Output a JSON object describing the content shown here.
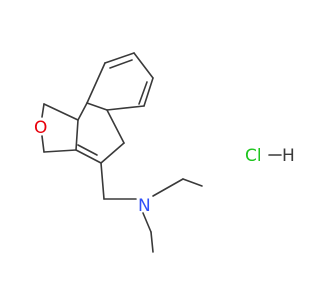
{
  "molecule": {
    "atoms": {
      "oxygen": {
        "text": "O",
        "color": "#e8000b"
      },
      "nitrogen": {
        "text": "N",
        "color": "#3050f8"
      }
    },
    "salt": {
      "chlorine": {
        "text": "Cl",
        "color": "#1fc51f"
      },
      "hydrogen": {
        "text": "H",
        "color": "#3a3a3a"
      }
    },
    "bond_color": "#3a3a3a"
  }
}
